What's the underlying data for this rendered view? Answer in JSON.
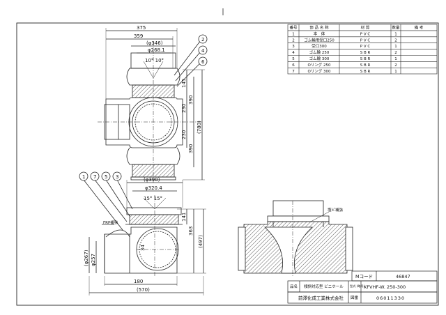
{
  "parts_table": {
    "headers": [
      "番号",
      "部 品 名 称",
      "材 質",
      "数量",
      "備 考"
    ],
    "rows": [
      [
        "1",
        "本　体",
        "P V C",
        "1",
        ""
      ],
      [
        "2",
        "ゴム輪用受口250",
        "P V C",
        "2",
        ""
      ],
      [
        "3",
        "受口300",
        "P V C",
        "1",
        ""
      ],
      [
        "4",
        "ゴム輪 250",
        "S B R",
        "2",
        ""
      ],
      [
        "5",
        "ゴム輪 300",
        "S B R",
        "1",
        ""
      ],
      [
        "6",
        "Oリング 250",
        "S B R",
        "2",
        ""
      ],
      [
        "7",
        "Oリング 300",
        "S B R",
        "1",
        ""
      ]
    ]
  },
  "title_block": {
    "code_label": "Mコード",
    "code_value": "46847",
    "name_label": "品名",
    "name_value": "傾斜対応型 ビニホール",
    "model_label": "型式 (略号)",
    "model_value": "KFVHF-W. 250-300",
    "company": "前澤化成工業株式会社",
    "drawing_no_label": "図番",
    "drawing_no": "06011330"
  },
  "top_view": {
    "dims": {
      "d375": "375",
      "d359": "359",
      "phi346": "(φ346)",
      "phi268": "φ268.1",
      "angle": "10° 10°",
      "d145": "145",
      "d390a": "390",
      "d230a": "230",
      "d780": "(780)",
      "d230b": "230",
      "d390b": "390"
    },
    "callouts": [
      "2",
      "4",
      "6"
    ]
  },
  "front_view": {
    "dims": {
      "phi390": "(φ390)",
      "phi320": "φ320.4",
      "angle": "15° 15°",
      "d141": "141",
      "d363": "363",
      "d497": "(497)",
      "phi267": "(φ267)",
      "phi257": "φ257",
      "d34": "34",
      "d180": "180",
      "d570": "(570)"
    },
    "callouts": [
      "1",
      "7",
      "5",
      "3"
    ],
    "frp_label": "FRP補強"
  },
  "section_view": {
    "label": "塩ビ補強"
  }
}
